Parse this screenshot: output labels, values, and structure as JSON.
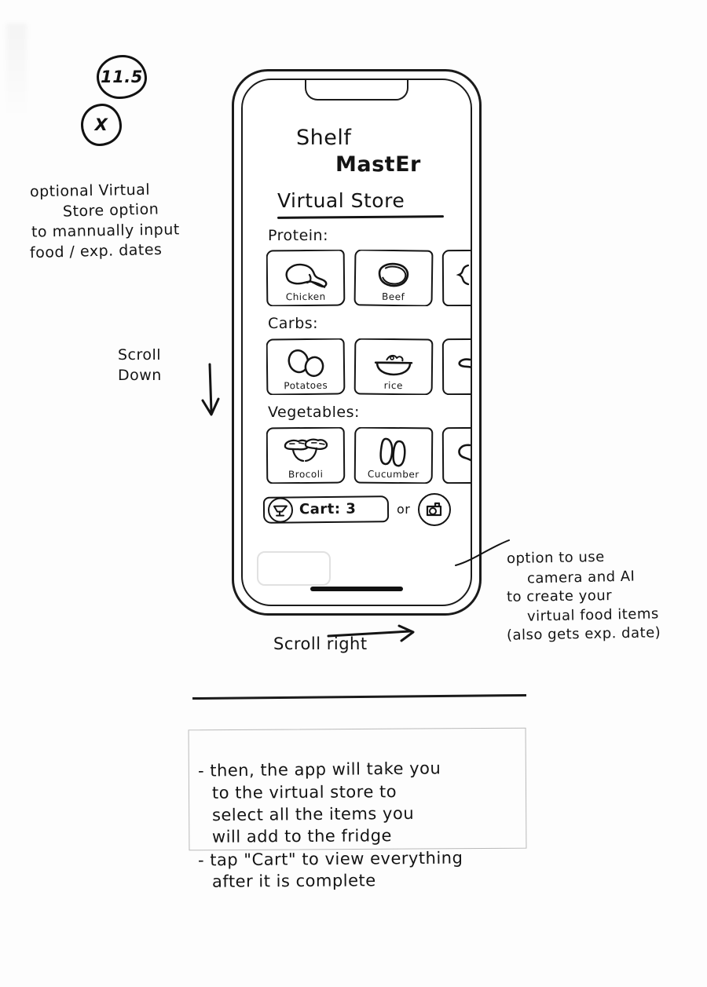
{
  "sketch": {
    "markers": [
      {
        "name": "page-number",
        "label": "11.5"
      },
      {
        "name": "x-mark",
        "label": "X"
      }
    ],
    "left_annotation": {
      "lines": [
        "optional Virtual",
        "Store option",
        "to mannually input",
        "food / exp. dates"
      ]
    },
    "scroll_down": {
      "label": "Scroll\nDown",
      "icon": "arrow-down-icon"
    },
    "scroll_right": {
      "label": "Scroll right",
      "icon": "arrow-right-icon"
    },
    "right_annotation": {
      "lines": [
        "option to use",
        "camera and AI",
        "to create your",
        "virtual food items",
        "(also gets exp. date)"
      ]
    },
    "bottom_note": {
      "lines": [
        "- then, the app will take you",
        "to the virtual store to",
        "select all the items you",
        "will add to the fridge",
        "- tap \"Cart\" to view everything",
        "after it is complete"
      ]
    }
  },
  "phone": {
    "app_title_line1": "Shelf",
    "app_title_line2": "MastEr",
    "page_title": "Virtual Store",
    "sections": [
      {
        "label": "Protein:",
        "cards": [
          {
            "name": "chicken",
            "label": "Chicken",
            "glyph": "chicken-drumstick-icon"
          },
          {
            "name": "beef",
            "label": "Beef",
            "glyph": "beef-steak-icon"
          },
          {
            "name": "partial-protein",
            "label": "",
            "glyph": "partial-food-icon"
          }
        ]
      },
      {
        "label": "Carbs:",
        "cards": [
          {
            "name": "potatoes",
            "label": "Potatoes",
            "glyph": "potatoes-icon"
          },
          {
            "name": "rice",
            "label": "rice",
            "glyph": "rice-bowl-icon"
          },
          {
            "name": "partial-carb",
            "label": "",
            "glyph": "partial-food-icon"
          }
        ]
      },
      {
        "label": "Vegetables:",
        "cards": [
          {
            "name": "brocoli",
            "label": "Brocoli",
            "glyph": "broccoli-icon"
          },
          {
            "name": "cucumber",
            "label": "Cucumber",
            "glyph": "cucumber-icon"
          },
          {
            "name": "partial-veg",
            "label": "",
            "glyph": "partial-food-icon"
          }
        ]
      }
    ],
    "cart": {
      "icon": "shopping-cart-icon",
      "label": "Cart: 3",
      "or_label": "or",
      "camera_icon": "camera-icon"
    }
  }
}
